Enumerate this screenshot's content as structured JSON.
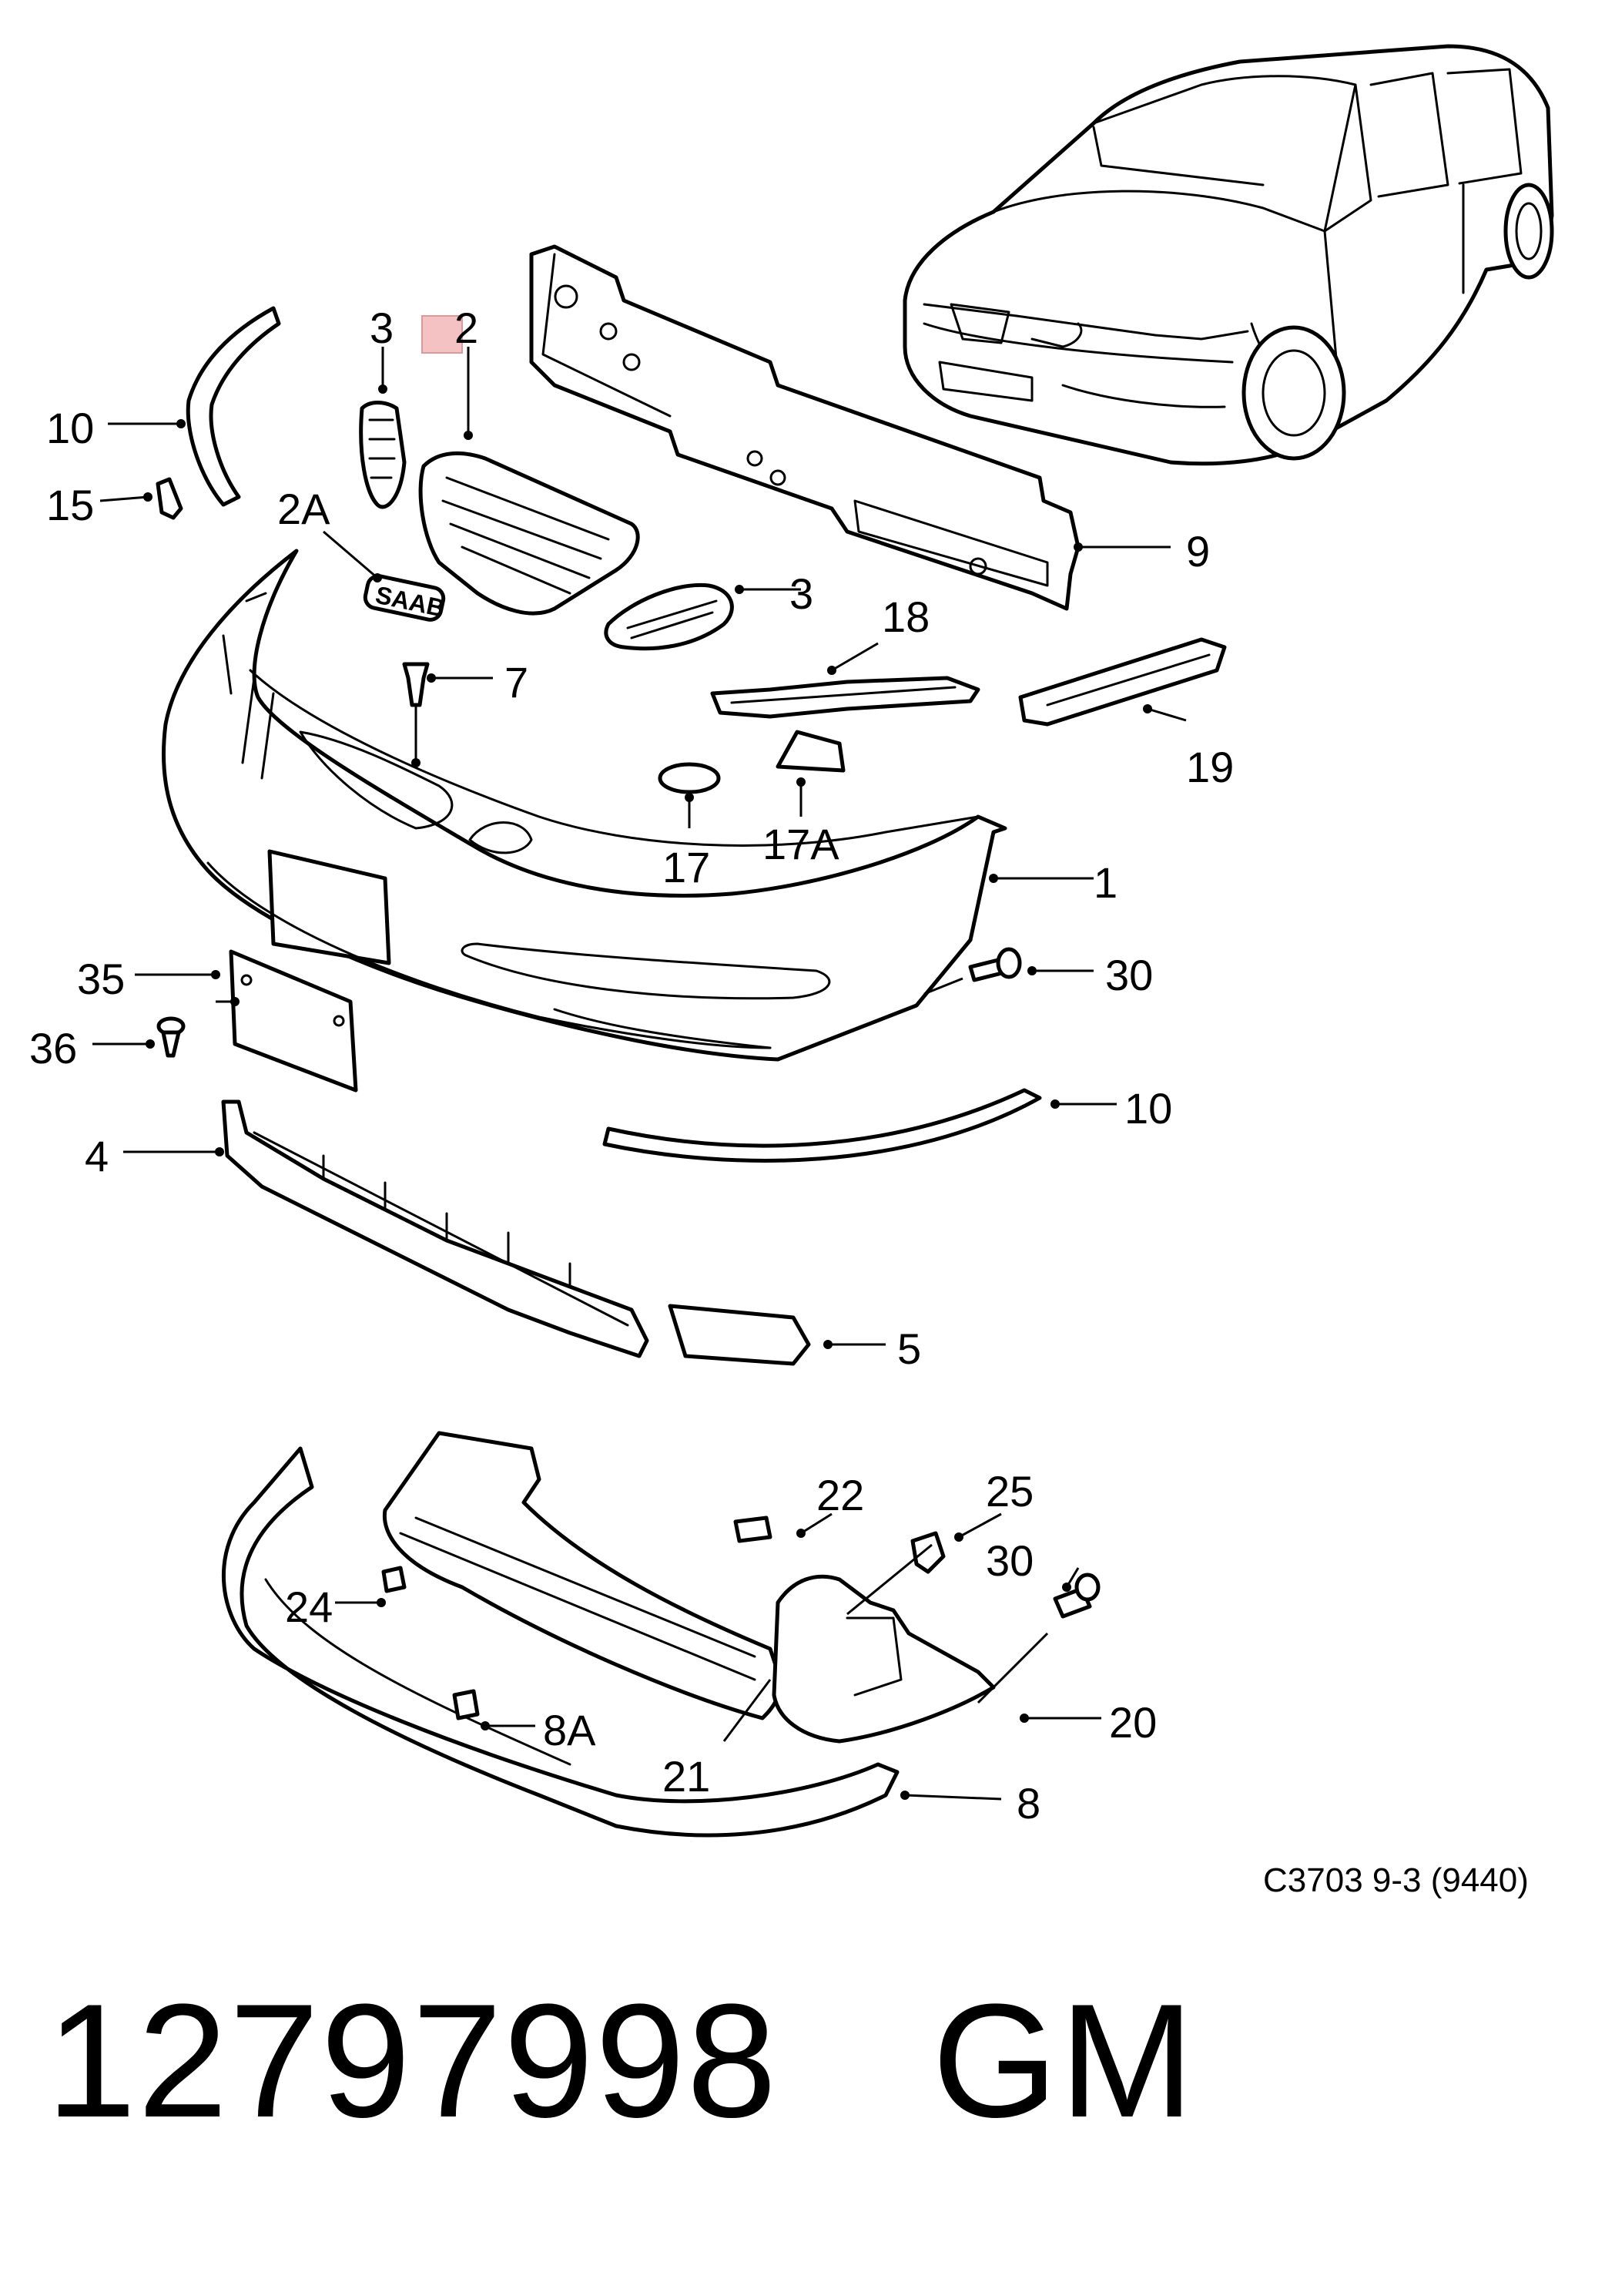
{
  "callouts": {
    "c1": "1",
    "c2": "2",
    "c2a": "2A",
    "c3a": "3",
    "c3b": "3",
    "c4": "4",
    "c5": "5",
    "c7": "7",
    "c8": "8",
    "c8a": "8A",
    "c9": "9",
    "c10a": "10",
    "c10b": "10",
    "c15": "15",
    "c17": "17",
    "c17a": "17A",
    "c18": "18",
    "c19": "19",
    "c20": "20",
    "c21": "21",
    "c22": "22",
    "c24": "24",
    "c25": "25",
    "c30a": "30",
    "c30b": "30",
    "c35": "35",
    "c36": "36"
  },
  "emblem_text": "SAAB",
  "reference": "C3703 9-3 (9440)",
  "part_number": "12797998",
  "brand": "GM",
  "highlight_color": "#f4c2c2"
}
